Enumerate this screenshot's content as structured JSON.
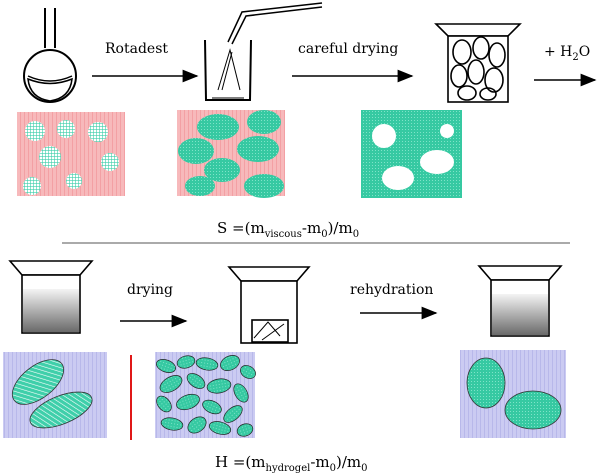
{
  "steps_top": {
    "rotadest": "Rotadest",
    "careful_drying": "careful drying",
    "add_water_plus": "+ H",
    "add_water_sub": "2",
    "add_water_tail": "O"
  },
  "formula_s": {
    "lhs": "S =(m",
    "sub1": "viscous",
    "mid": "-m",
    "sub2": "0",
    "tail": ")/m",
    "sub3": "0"
  },
  "steps_bottom": {
    "drying": "drying",
    "rehydration": "rehydration"
  },
  "formula_h": {
    "lhs": "H =(m",
    "sub1": "hydrogel",
    "mid": "-m",
    "sub2": "0",
    "tail": ")/m",
    "sub3": "0"
  },
  "colors": {
    "pink": "#f7b9bb",
    "teal": "#3fcfaa",
    "lavender": "#c9c9f1",
    "red_line": "#e01818"
  }
}
